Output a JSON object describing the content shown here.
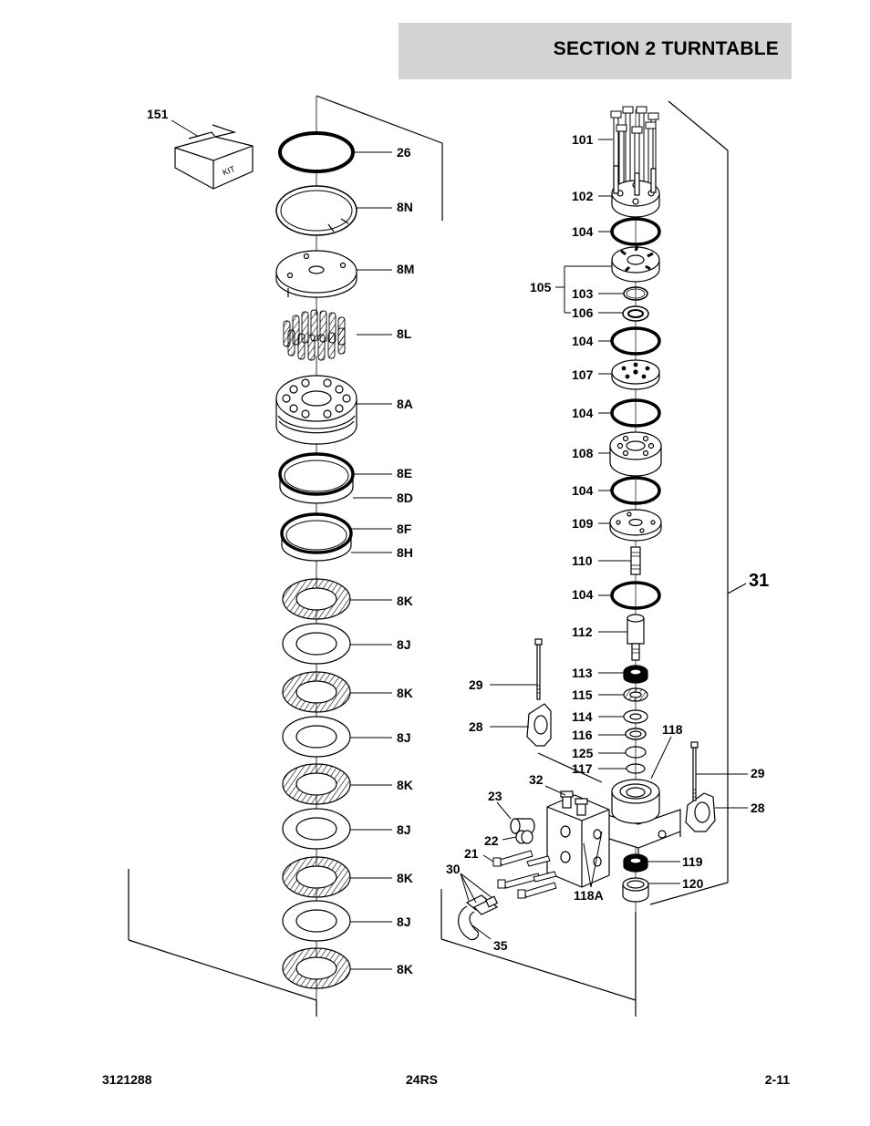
{
  "header": {
    "section_title": "SECTION 2   TURNTABLE"
  },
  "footer": {
    "manual_number": "3121288",
    "model": "24RS",
    "page_number": "2-11"
  },
  "kit_box_text": "KIT",
  "callouts": [
    {
      "id": "151",
      "label": "151"
    },
    {
      "id": "26",
      "label": "26"
    },
    {
      "id": "8N",
      "label": "8N"
    },
    {
      "id": "8M",
      "label": "8M"
    },
    {
      "id": "8L",
      "label": "8L"
    },
    {
      "id": "8A",
      "label": "8A"
    },
    {
      "id": "8E",
      "label": "8E"
    },
    {
      "id": "8D",
      "label": "8D"
    },
    {
      "id": "8F",
      "label": "8F"
    },
    {
      "id": "8H",
      "label": "8H"
    },
    {
      "id": "8K-1",
      "label": "8K"
    },
    {
      "id": "8J-1",
      "label": "8J"
    },
    {
      "id": "8K-2",
      "label": "8K"
    },
    {
      "id": "8J-2",
      "label": "8J"
    },
    {
      "id": "8K-3",
      "label": "8K"
    },
    {
      "id": "8J-3",
      "label": "8J"
    },
    {
      "id": "8K-4",
      "label": "8K"
    },
    {
      "id": "8J-4",
      "label": "8J"
    },
    {
      "id": "8K-5",
      "label": "8K"
    },
    {
      "id": "101",
      "label": "101"
    },
    {
      "id": "102",
      "label": "102"
    },
    {
      "id": "104-1",
      "label": "104"
    },
    {
      "id": "105",
      "label": "105"
    },
    {
      "id": "103",
      "label": "103"
    },
    {
      "id": "106",
      "label": "106"
    },
    {
      "id": "104-2",
      "label": "104"
    },
    {
      "id": "107",
      "label": "107"
    },
    {
      "id": "104-3",
      "label": "104"
    },
    {
      "id": "108",
      "label": "108"
    },
    {
      "id": "104-4",
      "label": "104"
    },
    {
      "id": "109",
      "label": "109"
    },
    {
      "id": "110",
      "label": "110"
    },
    {
      "id": "104-5",
      "label": "104"
    },
    {
      "id": "112",
      "label": "112"
    },
    {
      "id": "113",
      "label": "113"
    },
    {
      "id": "115",
      "label": "115"
    },
    {
      "id": "114",
      "label": "114"
    },
    {
      "id": "116",
      "label": "116"
    },
    {
      "id": "125",
      "label": "125"
    },
    {
      "id": "117",
      "label": "117"
    },
    {
      "id": "118",
      "label": "118"
    },
    {
      "id": "29-1",
      "label": "29"
    },
    {
      "id": "28-1",
      "label": "28"
    },
    {
      "id": "29-2",
      "label": "29"
    },
    {
      "id": "28-2",
      "label": "28"
    },
    {
      "id": "32",
      "label": "32"
    },
    {
      "id": "23",
      "label": "23"
    },
    {
      "id": "22",
      "label": "22"
    },
    {
      "id": "21",
      "label": "21"
    },
    {
      "id": "30",
      "label": "30"
    },
    {
      "id": "35",
      "label": "35"
    },
    {
      "id": "118A",
      "label": "118A"
    },
    {
      "id": "119",
      "label": "119"
    },
    {
      "id": "120",
      "label": "120"
    },
    {
      "id": "31",
      "label": "31"
    }
  ]
}
